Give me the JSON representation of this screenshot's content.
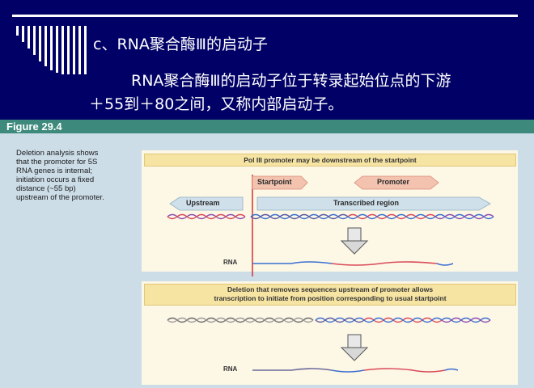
{
  "slide": {
    "heading": "c、RNA聚合酶Ⅲ的启动子",
    "body_line1": "RNA聚合酶Ⅲ的启动子位于转录起始位点的下游",
    "body_line2": "＋55到＋80之间，又称内部启动子。"
  },
  "figure": {
    "title": "Figure 29.4",
    "caption_lines": [
      "Deletion analysis shows",
      "that the promoter for 5S",
      "RNA genes is internal;",
      "initiation occurs a fixed",
      "distance (~55 bp)",
      "upstream of the promoter."
    ],
    "banner_top": "Pol III promoter may be downstream of the startpoint",
    "startpoint_label": "Startpoint",
    "promoter_label": "Promoter",
    "upstream_label": "Upstream",
    "transcribed_label": "Transcribed region",
    "rna_label_top": "RNA",
    "banner_bottom_line1": "Deletion that removes sequences upstream of promoter allows",
    "banner_bottom_line2": "transcription to initiate from position corresponding to usual startpoint",
    "rna_label_bottom": "RNA"
  },
  "colors": {
    "background": "#000066",
    "text": "#ffffff",
    "figure_header": "#3d8a7c",
    "dna_red": "#d94a5a",
    "dna_blue": "#3a6fd0",
    "dna_purple": "#8a4fb0",
    "startpoint_line": "#d43030"
  }
}
